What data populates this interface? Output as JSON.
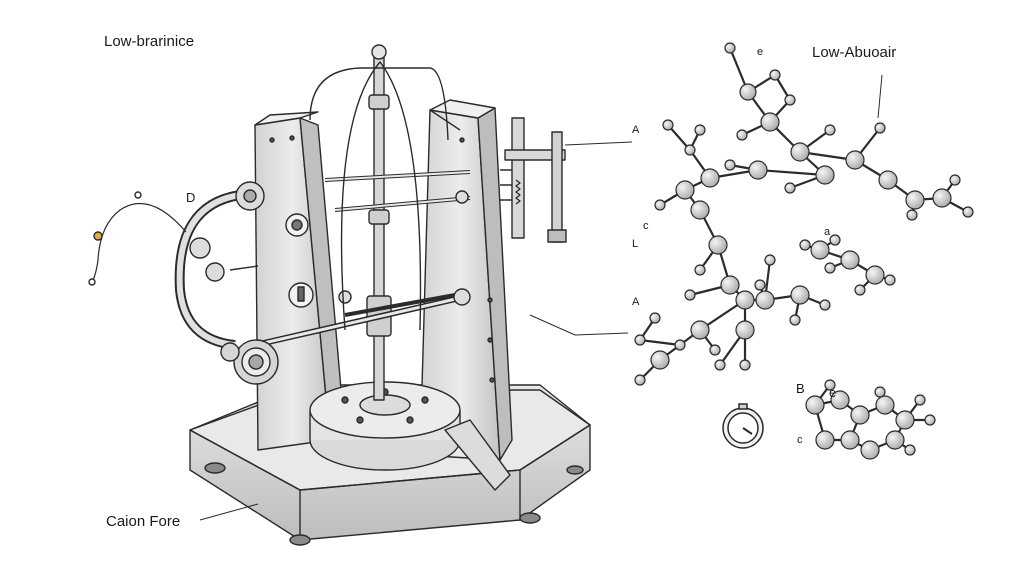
{
  "labels": {
    "top_left": "Low-brarinice",
    "top_right": "Low-Abuoair",
    "bottom_left": "Caion Fore",
    "letter_d": "D",
    "letter_e_top": "e",
    "letter_a_top": "A",
    "letter_l": "L",
    "letter_a_mid": "A",
    "letter_b": "B",
    "letter_e_mid": "e",
    "letter_c_left": "c",
    "letter_c_bottom": "c",
    "letter_a_small": "a"
  },
  "colors": {
    "ink": "#2b2b2b",
    "metal_light": "#e6e6e6",
    "metal_mid": "#cfcfcf",
    "metal_dark": "#9e9e9e",
    "atom_fill": "#d4d4d4"
  },
  "icons": [
    "pressure-gauge-icon",
    "clamp-icon",
    "valve-knob-icon"
  ]
}
